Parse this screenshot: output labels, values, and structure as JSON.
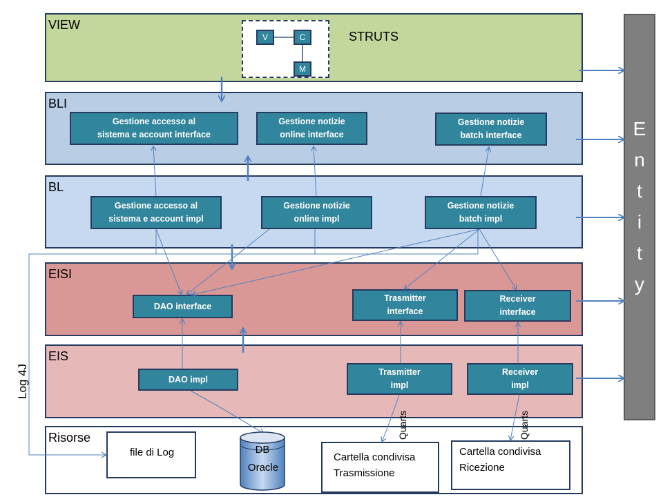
{
  "layers": {
    "view": "VIEW",
    "bli": "BLI",
    "bl": "BL",
    "eisi": "EISI",
    "eis": "EIS",
    "risorse": "Risorse"
  },
  "struts": {
    "label": "STRUTS",
    "v": "V",
    "c": "C",
    "m": "M"
  },
  "bli_boxes": [
    "Gestione accesso al\nsistema  e account interface",
    "Gestione notizie\nonline interface",
    "Gestione notizie\nbatch interface"
  ],
  "bl_boxes": [
    "Gestione accesso al\nsistema  e account impl",
    "Gestione  notizie\nonline impl",
    "Gestione notizie\nbatch impl"
  ],
  "eisi_boxes": [
    "DAO interface",
    "Trasmitter\ninterface",
    "Receiver\ninterface"
  ],
  "eis_boxes": [
    "DAO impl",
    "Trasmitter\nimpl",
    "Receiver\nimpl"
  ],
  "resources": {
    "log_file": "file di Log",
    "db_line1": "DB",
    "db_line2": "Oracle",
    "share_tx": "Cartella condivisa\nTrasmissione",
    "share_rx": "Cartella condivisa\nRicezione"
  },
  "labels": {
    "log4j": "Log 4J",
    "quarts": "Quarts"
  },
  "entity": [
    "E",
    "n",
    "t",
    "i",
    "t",
    "y"
  ],
  "colors": {
    "view": "#c3d69b",
    "bli": "#b9cde5",
    "bl": "#c6d9f1",
    "eisi": "#d99795",
    "eis": "#e6b9b8",
    "box": "#31859c",
    "arrow": "#4f81bd"
  }
}
